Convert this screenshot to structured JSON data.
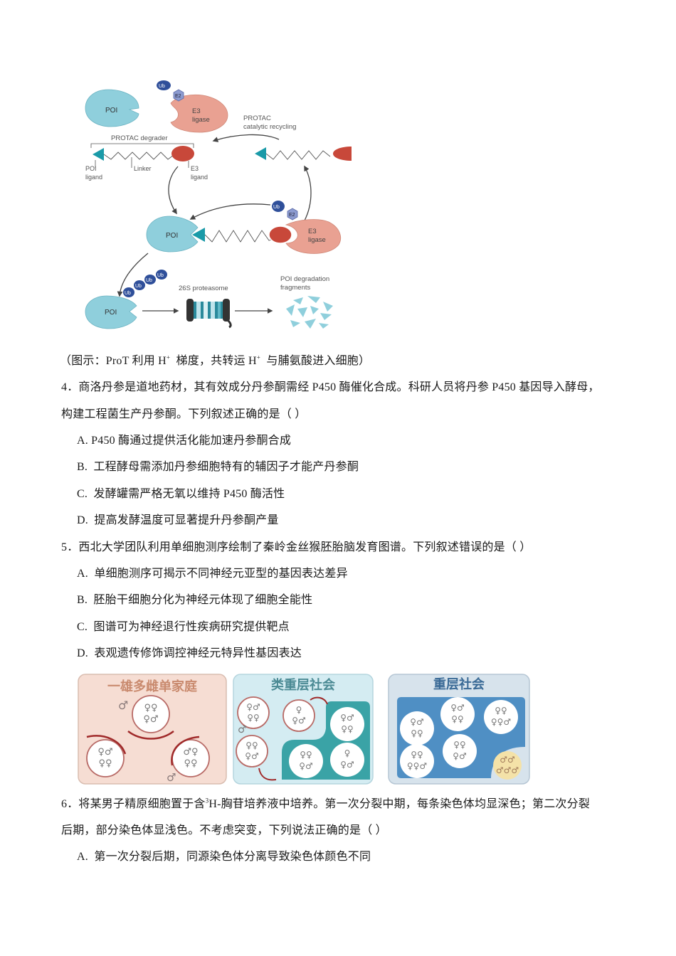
{
  "diagram": {
    "labels": {
      "ub": "Ub",
      "e2": "E2",
      "poi": "POI",
      "e3_line1": "E3",
      "e3_line2": "ligase",
      "protac_recycle_line1": "PROTAC",
      "protac_recycle_line2": "catalytic recycling",
      "protac_degrader": "PROTAC degrader",
      "poi_ligand_line1": "POI",
      "poi_ligand_line2": "ligand",
      "linker": "Linker",
      "e3_ligand_line1": "E3",
      "e3_ligand_line2": "ligand",
      "proteasome": "26S proteasome",
      "fragments_line1": "POI degradation",
      "fragments_line2": "fragments"
    },
    "colors": {
      "poi": "#8fcfdc",
      "e3": "#e9a192",
      "ligand_e3": "#c8483a",
      "ligand_poi": "#1a9aa8",
      "ub": "#2f4f9a",
      "e2": "#8c9bd0",
      "arrow": "#444444"
    }
  },
  "caption": {
    "pre": "（图示：ProT 利用 H",
    "sup1": "+",
    "mid": "  梯度，共转运 H",
    "sup2": "+",
    "post": "  与脯氨酸进入细胞）"
  },
  "questions": [
    {
      "number": "4．",
      "stem_line1": "商洛丹参是道地药材，其有效成分丹参酮需经 P450 酶催化合成。科研人员将丹参 P450 基因导入酵母，",
      "stem_line2": "构建工程菌生产丹参酮。下列叙述正确的是（ ）",
      "options": [
        {
          "key": "A.",
          "text": "P450 酶通过提供活化能加速丹参酮合成"
        },
        {
          "key": "B.",
          "text": "工程酵母需添加丹参细胞特有的辅因子才能产丹参酮"
        },
        {
          "key": "C.",
          "text": "发酵罐需严格无氧以维持 P450 酶活性"
        },
        {
          "key": "D.",
          "text": "提高发酵温度可显著提升丹参酮产量"
        }
      ]
    },
    {
      "number": "5．",
      "stem_line1": "西北大学团队利用单细胞测序绘制了秦岭金丝猴胚胎脑发育图谱。下列叙述错误的是（ ）",
      "options": [
        {
          "key": "A.",
          "text": "单细胞测序可揭示不同神经元亚型的基因表达差异"
        },
        {
          "key": "B.",
          "text": "胚胎干细胞分化为神经元体现了细胞全能性"
        },
        {
          "key": "C.",
          "text": "图谱可为神经退行性疾病研究提供靶点"
        },
        {
          "key": "D.",
          "text": "表观遗传修饰调控神经元特异性基因表达"
        }
      ]
    },
    {
      "number": "6．",
      "stem_line1_pre": "将某男子精原细胞置于含",
      "stem_line1_sup": "3",
      "stem_line1_post": "H-胸苷培养液中培养。第一次分裂中期，每条染色体均显深色；第二次分裂",
      "stem_line2": "后期，部分染色体显浅色。不考虑突变，下列说法正确的是（ ）",
      "options": [
        {
          "key": "A.",
          "text": "第一次分裂后期，同源染色体分离导致染色体颜色不同"
        }
      ]
    }
  ],
  "society_panels": [
    {
      "title": "一雄多雌单家庭",
      "bg": "#f6ddd3",
      "title_color": "#c98a6e"
    },
    {
      "title": "类重层社会",
      "bg": "#d4ecf2",
      "title_color": "#4b8a94",
      "inner": "#3aa3a6"
    },
    {
      "title": "重层社会",
      "bg": "#d7e3ec",
      "title_color": "#3a6a96",
      "inner": "#4f8fc4",
      "male_group": "#f4e2a8"
    }
  ],
  "symbols": {
    "female": "♀",
    "male": "♂"
  }
}
